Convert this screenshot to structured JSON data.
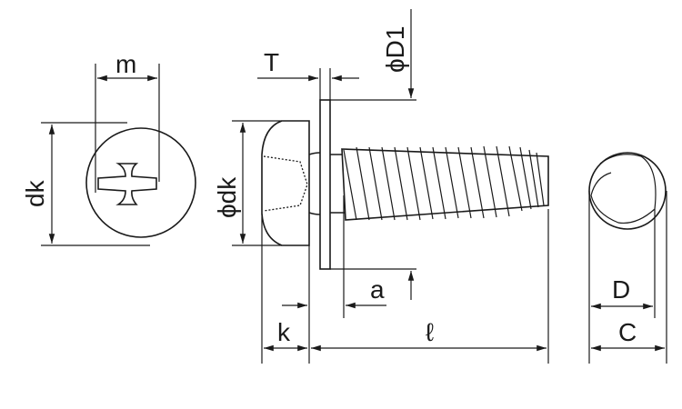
{
  "labels": {
    "m": "m",
    "dk": "dk",
    "T": "T",
    "phiD1": "ϕD1",
    "phidk": "ϕdk",
    "a": "a",
    "k": "k",
    "l": "ℓ",
    "D": "D",
    "C": "C"
  }
}
